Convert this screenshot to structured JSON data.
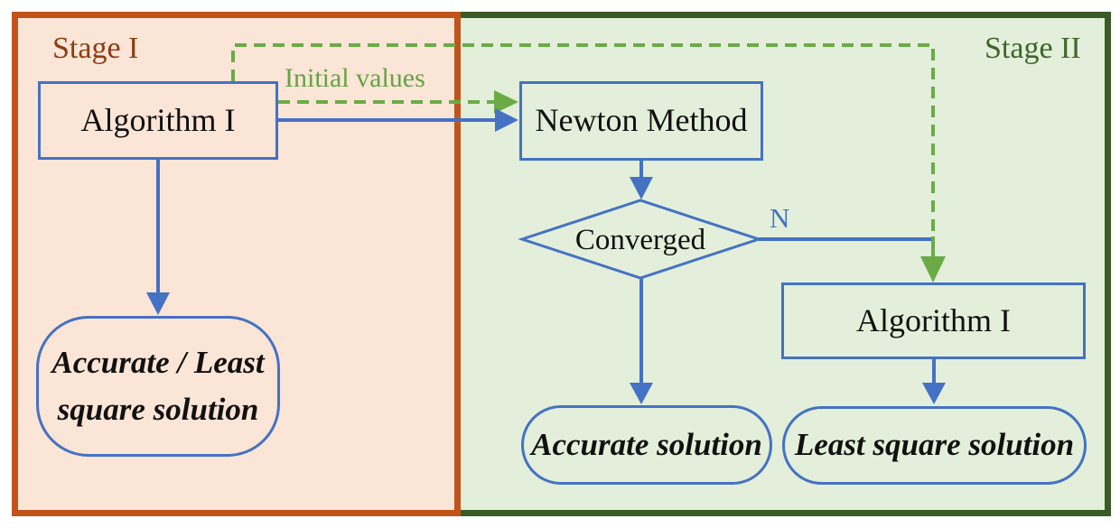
{
  "diagram": {
    "stage1": {
      "title": "Stage I",
      "algorithm_box_label": "Algorithm I",
      "result_line1": "Accurate / Least",
      "result_line2": "square solution"
    },
    "stage2": {
      "title": "Stage II",
      "newton_box_label": "Newton Method",
      "decision_label": "Converged",
      "decision_branch_label": "N",
      "algorithm_box_label": "Algorithm I",
      "accurate_result_label": "Accurate solution",
      "least_square_result_label": "Least square solution"
    },
    "edge_labels": {
      "initial_values": "Initial values"
    },
    "colors": {
      "stage1_bg": "#FBE5D6",
      "stage1_border": "#C0541B",
      "stage1_title_text": "#8C3D12",
      "stage2_bg": "#E3EFDA",
      "stage2_border": "#3A5B26",
      "stage2_title_text": "#3E6629",
      "node_border_blue": "#4472C4",
      "arrow_blue": "#4472C4",
      "arrow_green": "#6BAB47",
      "node_text": "#111111"
    }
  }
}
